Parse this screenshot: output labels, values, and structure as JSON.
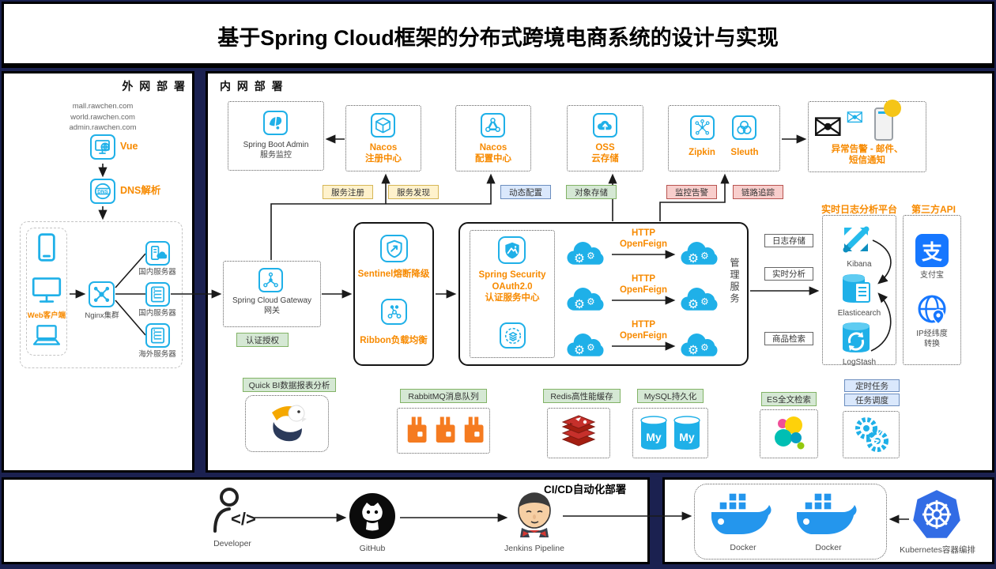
{
  "title": "基于Spring Cloud框架的分布式跨境电商系统的设计与实现",
  "external": {
    "header": "外 网 部 署",
    "domains": [
      "mall.rawchen.com",
      "world.rawchen.com",
      "admin.rawchen.com"
    ],
    "vue": "Vue",
    "dns": "DNS解析",
    "web_client": "Web客户端",
    "nginx": "Nginx集群",
    "server1": "国内服务器",
    "server2": "国内服务器",
    "server3": "海外服务器"
  },
  "internal": {
    "header": "内 网 部 署",
    "sba1": "Spring Boot Admin",
    "sba2": "服务监控",
    "nacos_reg1": "Nacos",
    "nacos_reg2": "注册中心",
    "nacos_cfg1": "Nacos",
    "nacos_cfg2": "配置中心",
    "oss1": "OSS",
    "oss2": "云存储",
    "zipkin": "Zipkin",
    "sleuth": "Sleuth",
    "alert1": "异常告警 - 邮件、",
    "alert2": "短信通知",
    "gateway1": "Spring Cloud Gateway",
    "gateway2": "网关",
    "sentinel": "Sentinel熔断降级",
    "ribbon": "Ribbon负载均衡",
    "security1": "Spring Security",
    "security2": "OAuth2.0",
    "security3": "认证服务中心",
    "http": "HTTP",
    "openfeign": "OpenFeign",
    "mgmt": "管理服务",
    "log_platform": "实时日志分析平台",
    "kibana": "Kibana",
    "elastic": "Elasticearch",
    "logstash": "LogStash",
    "third_api": "第三方API",
    "alipay": "支付宝",
    "ip1": "IP经纬度",
    "ip2": "转换"
  },
  "tags": {
    "register": "服务注册",
    "discovery": "服务发现",
    "dynamic": "动态配置",
    "objstore": "对象存储",
    "monitor": "监控告警",
    "trace": "链路追踪",
    "auth": "认证授权",
    "logstore": "日志存储",
    "realtime": "实时分析",
    "product": "商品检索",
    "quickbi": "Quick BI数据报表分析",
    "rabbitmq": "RabbitMQ消息队列",
    "redis": "Redis高性能缓存",
    "mysql": "MySQL持久化",
    "es": "ES全文检索",
    "timer": "定时任务",
    "scheduler": "任务调度"
  },
  "cicd": {
    "title": "CI/CD自动化部署",
    "developer": "Developer",
    "github": "GitHub",
    "jenkins": "Jenkins Pipeline",
    "docker1": "Docker",
    "docker2": "Docker",
    "k8s": "Kubernetes容器编排"
  },
  "glyphs": {
    "dns": "DNS",
    "alipay": "支",
    "mysql": "My",
    "dev_code": "</>",
    "gear": "⚙",
    "envelope": "✉"
  },
  "icons": [
    "vue-monitor-icon",
    "dns-globe-icon",
    "phone-icon",
    "monitor-icon",
    "laptop-icon",
    "nginx-cluster-icon",
    "server-cloud-icon",
    "server-rack-icon",
    "gateway-icon",
    "spring-boot-admin-icon",
    "nacos-cube-icon",
    "nacos-triangle-icon",
    "oss-cloud-icon",
    "zipkin-icon",
    "sleuth-icon",
    "mail-icon",
    "sms-phone-icon",
    "sentinel-shield-icon",
    "ribbon-icon",
    "security-shield-icon",
    "layers-icon",
    "cloud-gear-icon",
    "kibana-icon",
    "elasticsearch-icon",
    "logstash-icon",
    "alipay-icon",
    "globe-pin-icon",
    "quickbi-icon",
    "rabbitmq-icon",
    "redis-icon",
    "mysql-cylinder-icon",
    "elastic-logo-icon",
    "task-gear-icon",
    "developer-icon",
    "github-icon",
    "jenkins-icon",
    "docker-whale-icon",
    "kubernetes-icon"
  ],
  "colors": {
    "accent_cyan": "#1FB0E8",
    "accent_orange": "#F78A00",
    "navy_band": "#1B2150",
    "tag_cream": "#FFF2CC",
    "tag_blue": "#DAE8FC",
    "tag_green": "#D5E8D4",
    "tag_red": "#F8CECC",
    "rabbit_orange": "#F57B20",
    "redis_red": "#C6302B",
    "docker_blue": "#2496ED",
    "k8s_blue": "#326CE5",
    "alipay_blue": "#1677FF",
    "bubble_yellow": "#F5C518"
  }
}
